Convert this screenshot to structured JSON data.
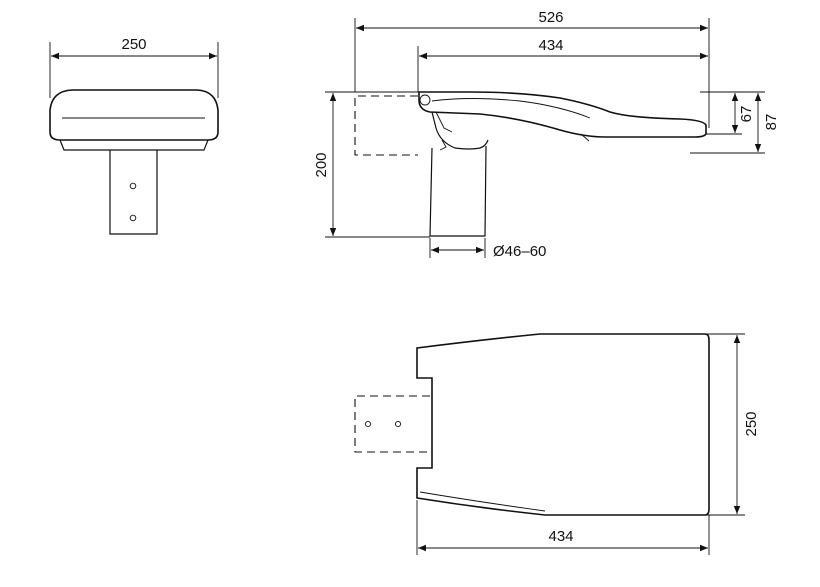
{
  "dimensions": {
    "front_width": "250",
    "side_total_length": "526",
    "side_body_length": "434",
    "side_height_67": "67",
    "side_height_87": "87",
    "side_mount_height": "200",
    "spigot_diameter": "Ø46–60",
    "top_width": "250",
    "top_length": "434"
  }
}
